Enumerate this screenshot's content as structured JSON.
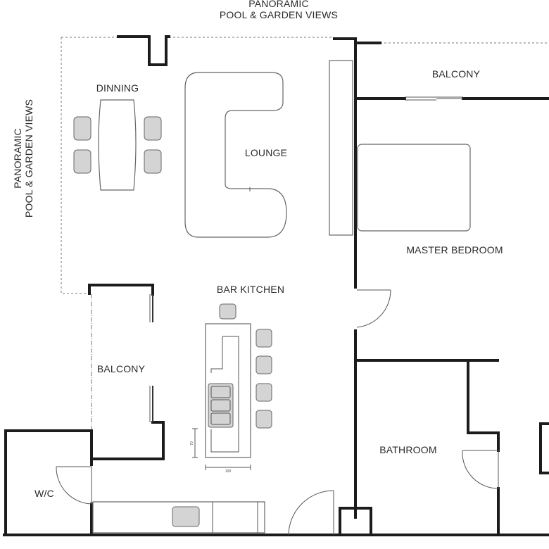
{
  "views_top": {
    "line1": "PANORAMIC",
    "line2": "POOL & GARDEN VIEWS"
  },
  "views_left": {
    "line1": "PANORAMIC",
    "line2": "POOL & GARDEN VIEWS"
  },
  "rooms": {
    "dinning": "DINNING",
    "lounge": "LOUNGE",
    "balcony_top": "BALCONY",
    "master_bedroom": "MASTER BEDROOM",
    "bar_kitchen": "BAR KITCHEN",
    "balcony_left": "BALCONY",
    "bathroom": "BATHROOM",
    "wc": "W/C"
  },
  "dimensions": {
    "island_width": "100",
    "island_depth": "70"
  }
}
